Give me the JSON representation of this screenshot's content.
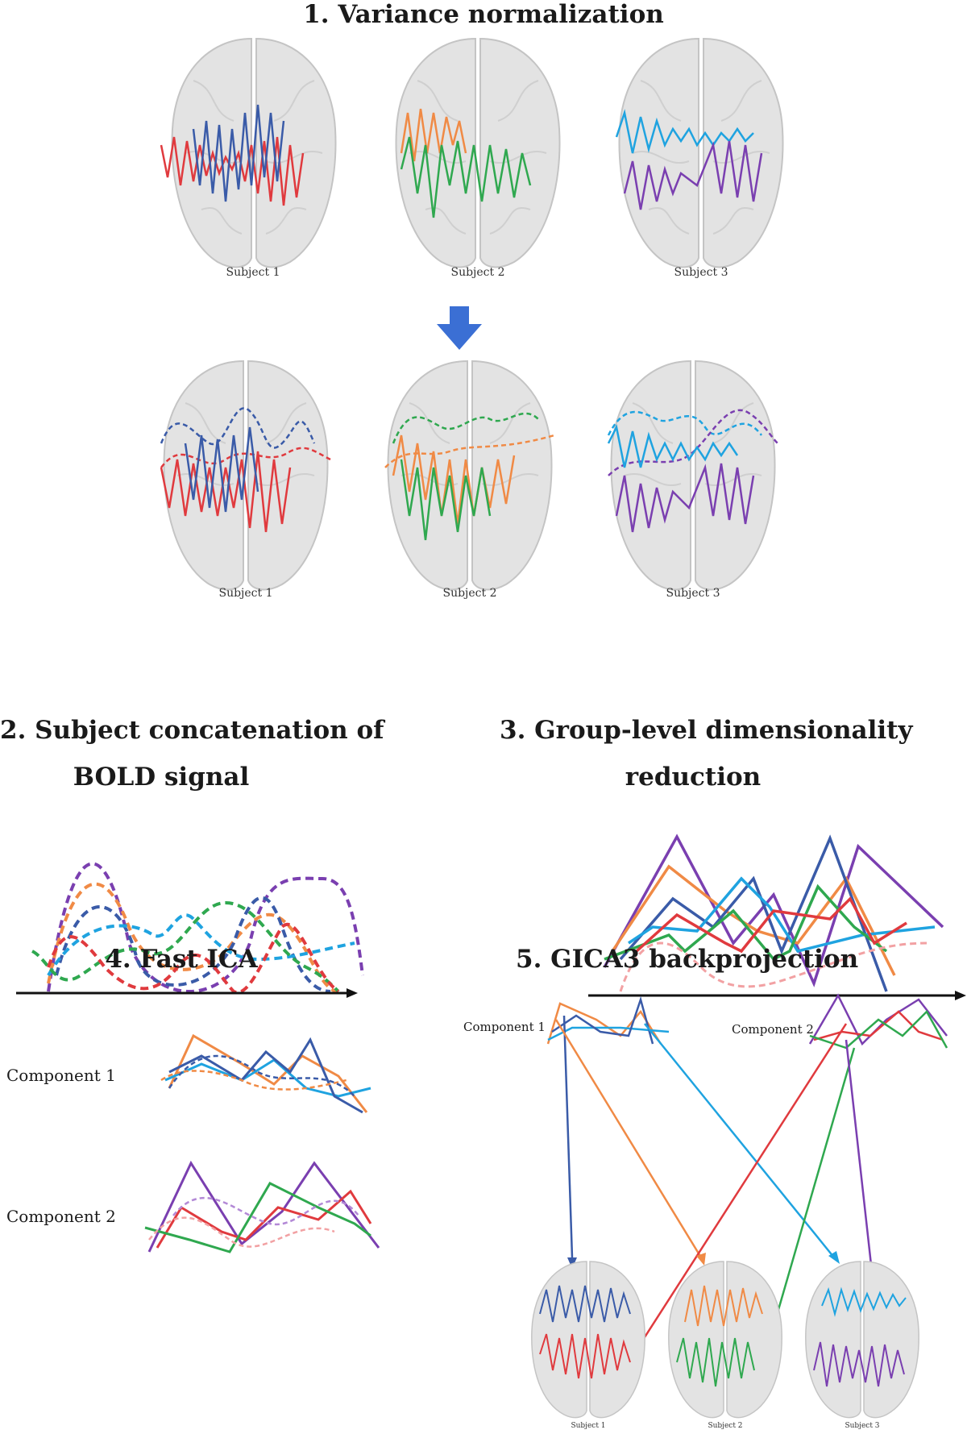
{
  "steps": {
    "s1": "1. Variance normalization",
    "s2_line1": "2. Subject concatenation of",
    "s2_line2": "BOLD signal",
    "s3_line1": "3. Group-level dimensionality",
    "s3_line2": "reduction",
    "s4": "4. Fast ICA",
    "s5": "5. GICA3 backprojection"
  },
  "subjects": [
    "Subject 1",
    "Subject 2",
    "Subject 3"
  ],
  "components": [
    "Component 1",
    "Component 2"
  ],
  "colors": {
    "blue": "#3a5ba8",
    "red": "#e03a3e",
    "orange": "#f08a45",
    "green": "#2fa84f",
    "cyan": "#1fa3e0",
    "purple": "#7a3fb0",
    "arrow": "#3b6fd4",
    "brain": "#e3e3e3"
  }
}
